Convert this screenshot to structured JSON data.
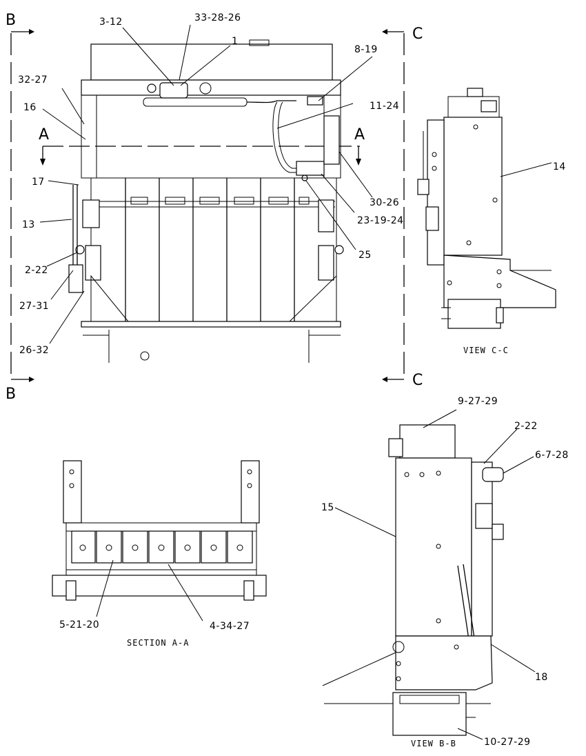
{
  "section_markers": {
    "b_top": "B",
    "b_bottom": "B",
    "c_top": "C",
    "c_bottom": "C",
    "a_left": "A",
    "a_right": "A"
  },
  "main_view_callouts": {
    "c3_12": "3-12",
    "c33_28_26": "33-28-26",
    "c1": "1",
    "c8_19": "8-19",
    "c32_27": "32-27",
    "c16": "16",
    "c11_24": "11-24",
    "c17": "17",
    "c13": "13",
    "c30_26": "30-26",
    "c23_19_24": "23-19-24",
    "c25": "25",
    "c2_22": "2-22",
    "c27_31": "27-31",
    "c26_32": "26-32"
  },
  "view_cc": {
    "caption": "VIEW C-C",
    "c14": "14"
  },
  "section_aa": {
    "caption": "SECTION A-A",
    "c5_21_20": "5-21-20",
    "c4_34_27": "4-34-27"
  },
  "view_bb": {
    "caption": "VIEW B-B",
    "c9_27_29": "9-27-29",
    "c2_22": "2-22",
    "c6_7_28": "6-7-28",
    "c15": "15",
    "c18": "18",
    "c10_27_29": "10-27-29"
  }
}
